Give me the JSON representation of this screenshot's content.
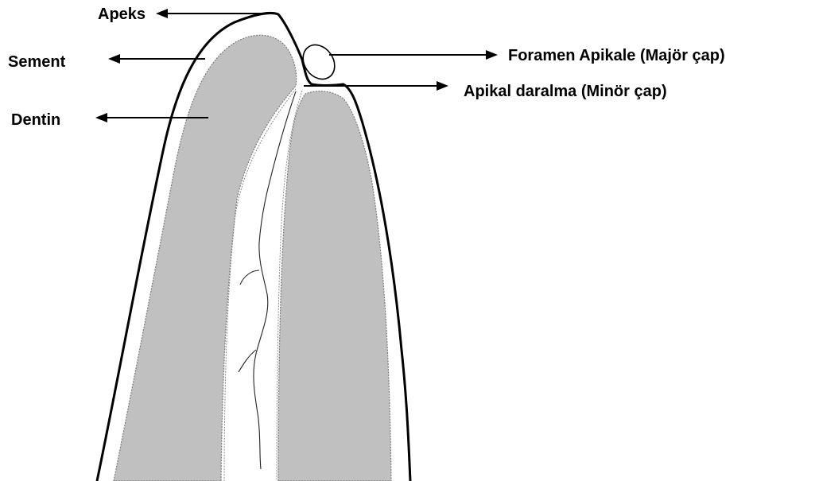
{
  "labels": {
    "apex": "Apeks",
    "cementum": "Sement",
    "dentin": "Dentin",
    "apical_foramen": "Foramen Apikale (Majör çap)",
    "apical_constriction": "Apikal daralma (Minör çap)"
  },
  "colors": {
    "dentin_fill": "#c0c0c0",
    "outline": "#000000",
    "background": "#ffffff"
  }
}
